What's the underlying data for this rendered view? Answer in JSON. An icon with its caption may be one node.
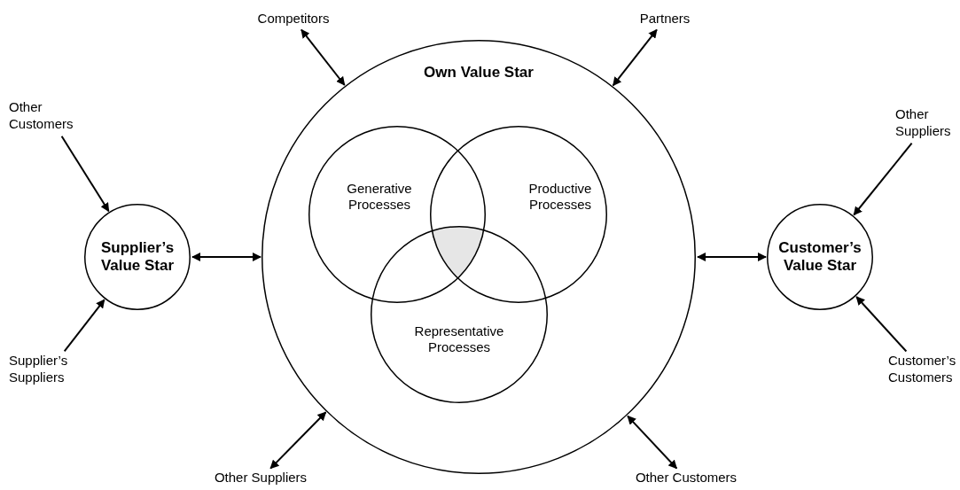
{
  "diagram": {
    "nodes": [
      {
        "text": [
          "Own Value Star"
        ]
      },
      {
        "text": [
          "Generative Processes"
        ],
        "in": 0
      },
      {
        "text": [
          "Productive Processes"
        ],
        "in": 0
      },
      {
        "text": [
          "Representative Processes"
        ],
        "in": 0
      },
      {
        "text": [
          "Supplier’s Value Star"
        ]
      },
      {
        "text": [
          "Customer’s Value Star"
        ]
      },
      {
        "text": [
          "Competitors"
        ]
      },
      {
        "text": [
          "Partners"
        ]
      },
      {
        "text": [
          "Other Customers"
        ]
      },
      {
        "text": [
          "Supplier’s Suppliers"
        ]
      },
      {
        "text": [
          "Other Suppliers"
        ]
      },
      {
        "text": [
          "Customer’s Customers"
        ]
      },
      {
        "text": [
          "Other Suppliers"
        ]
      },
      {
        "text": [
          "Other Customers"
        ]
      }
    ],
    "edges": [
      {
        "from": 6,
        "to": 0,
        "arrow": "both"
      },
      {
        "from": 7,
        "to": 0,
        "arrow": "both"
      },
      {
        "from": 8,
        "to": 4,
        "arrow": "to"
      },
      {
        "from": 9,
        "to": 4,
        "arrow": "to"
      },
      {
        "from": 4,
        "to": 0,
        "arrow": "both"
      },
      {
        "from": 0,
        "to": 5,
        "arrow": "both"
      },
      {
        "from": 10,
        "to": 5,
        "arrow": "to"
      },
      {
        "from": 11,
        "to": 5,
        "arrow": "to"
      },
      {
        "from": 12,
        "to": 0,
        "arrow": "both"
      },
      {
        "from": 13,
        "to": 0,
        "arrow": "both"
      }
    ]
  }
}
